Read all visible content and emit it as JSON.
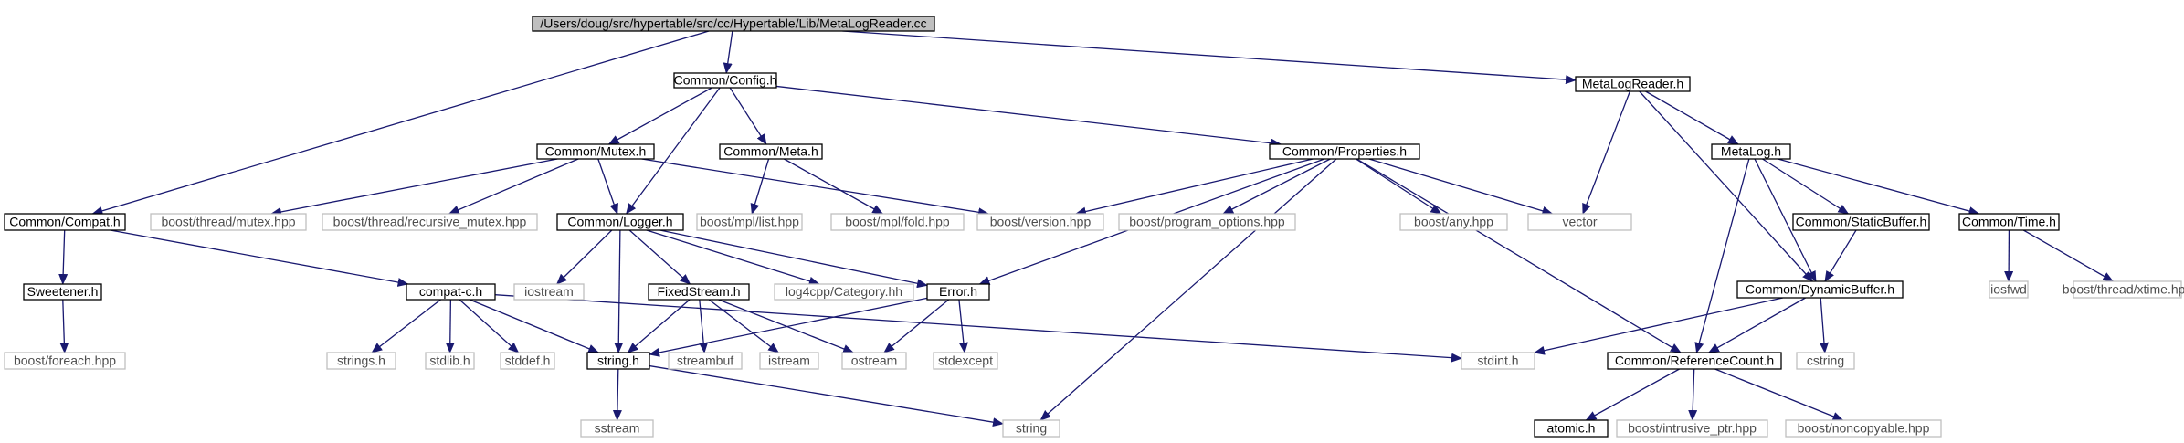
{
  "colors": {
    "edge": "#191970",
    "root_fill": "#bfbfbf",
    "node_border": "#000000",
    "external_border": "#bfbfbf",
    "text": "#000000",
    "external_text": "#4d4d4d"
  },
  "nodes": [
    {
      "id": "root",
      "label": "/Users/doug/src/hypertable/src/cc/Hypertable/Lib/MetaLogReader.cc",
      "kind": "root"
    },
    {
      "id": "config",
      "label": "Common/Config.h",
      "kind": "internal"
    },
    {
      "id": "metalogreader_h",
      "label": "MetaLogReader.h",
      "kind": "internal"
    },
    {
      "id": "mutex",
      "label": "Common/Mutex.h",
      "kind": "internal"
    },
    {
      "id": "meta",
      "label": "Common/Meta.h",
      "kind": "internal"
    },
    {
      "id": "properties",
      "label": "Common/Properties.h",
      "kind": "internal"
    },
    {
      "id": "metalog",
      "label": "MetaLog.h",
      "kind": "internal"
    },
    {
      "id": "compat",
      "label": "Common/Compat.h",
      "kind": "internal"
    },
    {
      "id": "logger",
      "label": "Common/Logger.h",
      "kind": "internal"
    },
    {
      "id": "staticbuffer",
      "label": "Common/StaticBuffer.h",
      "kind": "internal"
    },
    {
      "id": "time",
      "label": "Common/Time.h",
      "kind": "internal"
    },
    {
      "id": "sweetener",
      "label": "Sweetener.h",
      "kind": "internal"
    },
    {
      "id": "compatc",
      "label": "compat-c.h",
      "kind": "internal"
    },
    {
      "id": "fixedstream",
      "label": "FixedStream.h",
      "kind": "internal"
    },
    {
      "id": "error",
      "label": "Error.h",
      "kind": "internal"
    },
    {
      "id": "dynamicbuffer",
      "label": "Common/DynamicBuffer.h",
      "kind": "internal"
    },
    {
      "id": "stringh",
      "label": "string.h",
      "kind": "internal"
    },
    {
      "id": "refcount",
      "label": "Common/ReferenceCount.h",
      "kind": "internal"
    },
    {
      "id": "atomic",
      "label": "atomic.h",
      "kind": "internal"
    },
    {
      "id": "b_mutex",
      "label": "boost/thread/mutex.hpp",
      "kind": "external"
    },
    {
      "id": "b_recmutex",
      "label": "boost/thread/recursive_mutex.hpp",
      "kind": "external"
    },
    {
      "id": "b_mpllist",
      "label": "boost/mpl/list.hpp",
      "kind": "external"
    },
    {
      "id": "b_mplfold",
      "label": "boost/mpl/fold.hpp",
      "kind": "external"
    },
    {
      "id": "b_version",
      "label": "boost/version.hpp",
      "kind": "external"
    },
    {
      "id": "b_progopt",
      "label": "boost/program_options.hpp",
      "kind": "external"
    },
    {
      "id": "b_any",
      "label": "boost/any.hpp",
      "kind": "external"
    },
    {
      "id": "vector",
      "label": "vector",
      "kind": "external"
    },
    {
      "id": "iosfwd",
      "label": "iosfwd",
      "kind": "external"
    },
    {
      "id": "b_xtime",
      "label": "boost/thread/xtime.hpp",
      "kind": "external"
    },
    {
      "id": "iostream",
      "label": "iostream",
      "kind": "external"
    },
    {
      "id": "log4cpp",
      "label": "log4cpp/Category.hh",
      "kind": "external"
    },
    {
      "id": "b_foreach",
      "label": "boost/foreach.hpp",
      "kind": "external"
    },
    {
      "id": "stringsh",
      "label": "strings.h",
      "kind": "external"
    },
    {
      "id": "stdlibh",
      "label": "stdlib.h",
      "kind": "external"
    },
    {
      "id": "stddefh",
      "label": "stddef.h",
      "kind": "external"
    },
    {
      "id": "streambuf",
      "label": "streambuf",
      "kind": "external"
    },
    {
      "id": "istream",
      "label": "istream",
      "kind": "external"
    },
    {
      "id": "ostream",
      "label": "ostream",
      "kind": "external"
    },
    {
      "id": "stdexcept",
      "label": "stdexcept",
      "kind": "external"
    },
    {
      "id": "stdinth",
      "label": "stdint.h",
      "kind": "external"
    },
    {
      "id": "cstring",
      "label": "cstring",
      "kind": "external"
    },
    {
      "id": "sstream",
      "label": "sstream",
      "kind": "external"
    },
    {
      "id": "string",
      "label": "string",
      "kind": "external"
    },
    {
      "id": "b_intrusive",
      "label": "boost/intrusive_ptr.hpp",
      "kind": "external"
    },
    {
      "id": "b_noncopy",
      "label": "boost/noncopyable.hpp",
      "kind": "external"
    }
  ],
  "edges": [
    [
      "root",
      "config"
    ],
    [
      "root",
      "metalogreader_h"
    ],
    [
      "root",
      "compat"
    ],
    [
      "config",
      "mutex"
    ],
    [
      "config",
      "meta"
    ],
    [
      "config",
      "properties"
    ],
    [
      "config",
      "logger"
    ],
    [
      "metalogreader_h",
      "metalog"
    ],
    [
      "metalogreader_h",
      "vector"
    ],
    [
      "metalogreader_h",
      "dynamicbuffer"
    ],
    [
      "mutex",
      "b_mutex"
    ],
    [
      "mutex",
      "b_recmutex"
    ],
    [
      "mutex",
      "logger"
    ],
    [
      "mutex",
      "b_version"
    ],
    [
      "meta",
      "b_mpllist"
    ],
    [
      "meta",
      "b_mplfold"
    ],
    [
      "properties",
      "b_version"
    ],
    [
      "properties",
      "b_progopt"
    ],
    [
      "properties",
      "b_any"
    ],
    [
      "properties",
      "vector"
    ],
    [
      "properties",
      "error"
    ],
    [
      "properties",
      "refcount"
    ],
    [
      "properties",
      "string"
    ],
    [
      "metalog",
      "staticbuffer"
    ],
    [
      "metalog",
      "time"
    ],
    [
      "metalog",
      "dynamicbuffer"
    ],
    [
      "metalog",
      "refcount"
    ],
    [
      "staticbuffer",
      "dynamicbuffer"
    ],
    [
      "time",
      "iosfwd"
    ],
    [
      "time",
      "b_xtime"
    ],
    [
      "compat",
      "sweetener"
    ],
    [
      "compat",
      "compatc"
    ],
    [
      "sweetener",
      "b_foreach"
    ],
    [
      "logger",
      "iostream"
    ],
    [
      "logger",
      "stringh"
    ],
    [
      "logger",
      "fixedstream"
    ],
    [
      "logger",
      "log4cpp"
    ],
    [
      "logger",
      "error"
    ],
    [
      "compatc",
      "stringsh"
    ],
    [
      "compatc",
      "stdlibh"
    ],
    [
      "compatc",
      "stddefh"
    ],
    [
      "compatc",
      "stringh"
    ],
    [
      "compatc",
      "stdinth"
    ],
    [
      "fixedstream",
      "stringh"
    ],
    [
      "fixedstream",
      "streambuf"
    ],
    [
      "fixedstream",
      "istream"
    ],
    [
      "fixedstream",
      "ostream"
    ],
    [
      "error",
      "stringh"
    ],
    [
      "error",
      "ostream"
    ],
    [
      "error",
      "stdexcept"
    ],
    [
      "dynamicbuffer",
      "stdinth"
    ],
    [
      "dynamicbuffer",
      "cstring"
    ],
    [
      "dynamicbuffer",
      "refcount"
    ],
    [
      "stringh",
      "sstream"
    ],
    [
      "stringh",
      "string"
    ],
    [
      "refcount",
      "atomic"
    ],
    [
      "refcount",
      "b_intrusive"
    ],
    [
      "refcount",
      "b_noncopy"
    ]
  ]
}
